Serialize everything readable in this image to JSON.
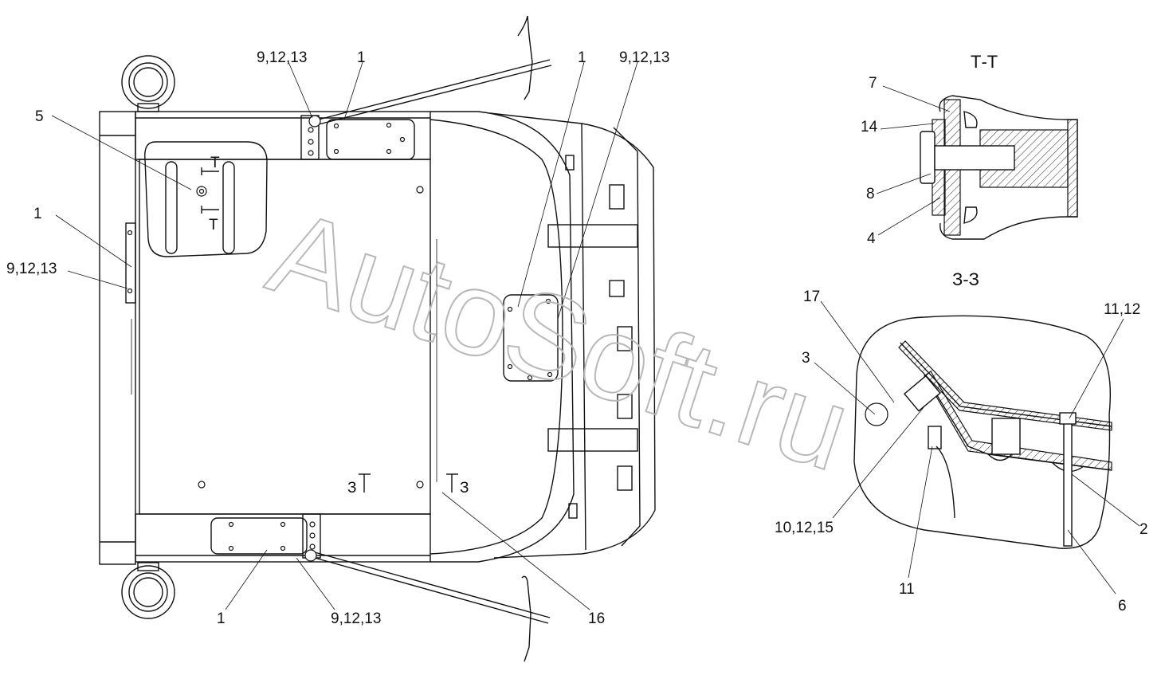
{
  "watermark": "AutoSoft.ru",
  "section_titles": {
    "tt": "Т-Т",
    "zz": "З-З"
  },
  "main_view": {
    "labels": {
      "top_91213": "9,12,13",
      "top_1": "1",
      "top_right_1": "1",
      "top_right_91213": "9,12,13",
      "left_5": "5",
      "left_1": "1",
      "left_91213": "9,12,13",
      "bottom_1": "1",
      "bottom_91213": "9,12,13",
      "bottom_16": "16"
    },
    "section_marks": {
      "t_upper": "Т",
      "t_lower": "Т",
      "z_left": "З",
      "z_right": "З"
    }
  },
  "section_tt_labels": {
    "l7": "7",
    "l14": "14",
    "l8": "8",
    "l4": "4"
  },
  "section_zz_labels": {
    "l17": "17",
    "l3": "3",
    "l1112": "11,12",
    "l101215": "10,12,15",
    "l11": "11",
    "l2": "2",
    "l6": "6"
  }
}
